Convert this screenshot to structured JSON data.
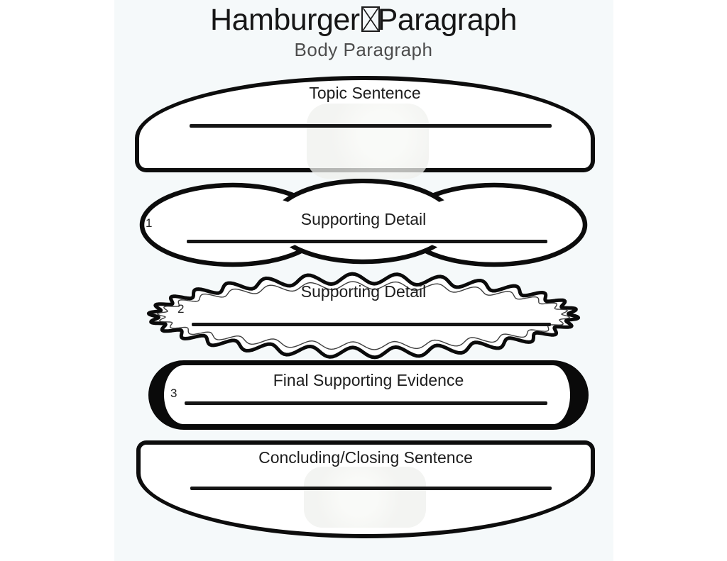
{
  "page": {
    "background": "#ffffff",
    "panel_tint": "#f5f9fa",
    "ink_color": "#0d0d0d"
  },
  "header": {
    "title_before_glyph": "Hamburger",
    "title_after_glyph": "Paragraph",
    "title_glyph": "missing-glyph-box",
    "subtitle": "Body Paragraph"
  },
  "sections": {
    "top_bun": {
      "label": "Topic Sentence"
    },
    "lettuce": {
      "number": "1",
      "label": "Supporting Detail"
    },
    "tomato": {
      "number": "2",
      "label": "Supporting Detail"
    },
    "patty": {
      "number": "3",
      "label": "Final Supporting Evidence"
    },
    "bottom_bun": {
      "label": "Concluding/Closing Sentence"
    }
  }
}
